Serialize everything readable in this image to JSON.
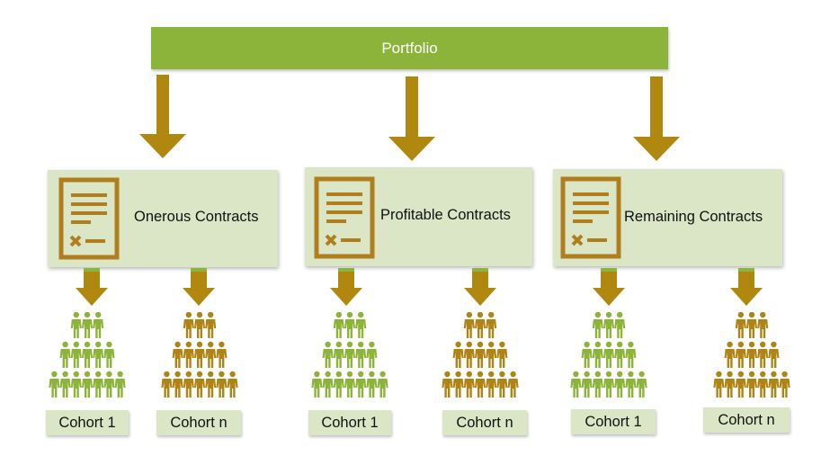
{
  "portfolio": {
    "label": "Portfolio"
  },
  "contracts": [
    {
      "label": "Onerous Contracts"
    },
    {
      "label": "Profitable Contracts"
    },
    {
      "label": "Remaining Contracts"
    }
  ],
  "cohorts": [
    {
      "label": "Cohort 1",
      "color": "green"
    },
    {
      "label": "Cohort n",
      "color": "gold"
    },
    {
      "label": "Cohort 1",
      "color": "green"
    },
    {
      "label": "Cohort n",
      "color": "gold"
    },
    {
      "label": "Cohort 1",
      "color": "green"
    },
    {
      "label": "Cohort n",
      "color": "gold"
    }
  ],
  "colors": {
    "portfolio_green": "#8db43a",
    "box_fill": "#dbe6c6",
    "arrow_gold": "#b08810",
    "person_green": "#8db43a",
    "person_gold": "#b08414",
    "icon_gold": "#b07e1c"
  },
  "icons": {
    "contract": "contract-document-icon",
    "people": "people-pyramid-icon"
  }
}
